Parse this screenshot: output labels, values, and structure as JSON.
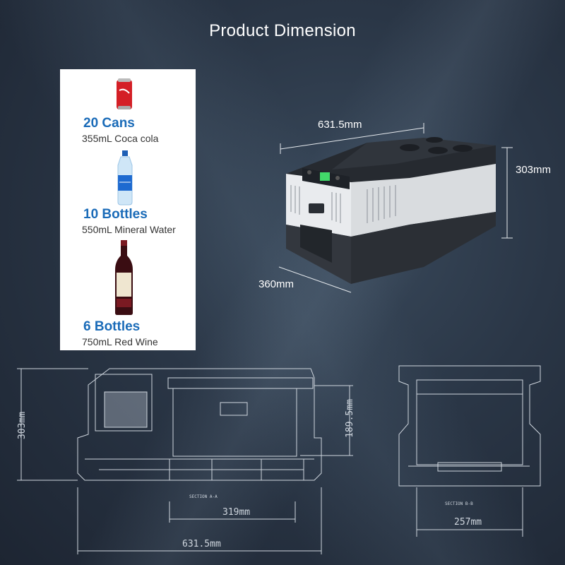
{
  "header": {
    "title": "Product Dimension"
  },
  "capacity": [
    {
      "count": "20  Cans",
      "description": "355mL Coca cola",
      "icon": "soda-can-icon"
    },
    {
      "count": "10  Bottles",
      "description": "550mL Mineral Water",
      "icon": "water-bottle-icon"
    },
    {
      "count": "6  Bottles",
      "description": "750mL Red Wine",
      "icon": "wine-bottle-icon"
    }
  ],
  "product_dimensions": {
    "length": "631.5mm",
    "height": "303mm",
    "depth": "360mm"
  },
  "drawing": {
    "left_view": {
      "height": "303mm",
      "inner_height": "189.5mm",
      "inner_width": "319mm",
      "total_width": "631.5mm",
      "section_label": "SECTION A-A"
    },
    "right_view": {
      "inner_width": "257mm",
      "section_label": "SECTION B-B"
    }
  },
  "colors": {
    "accent": "#1a6bb8",
    "background": "#2a3646",
    "line": "#cfd6de"
  }
}
